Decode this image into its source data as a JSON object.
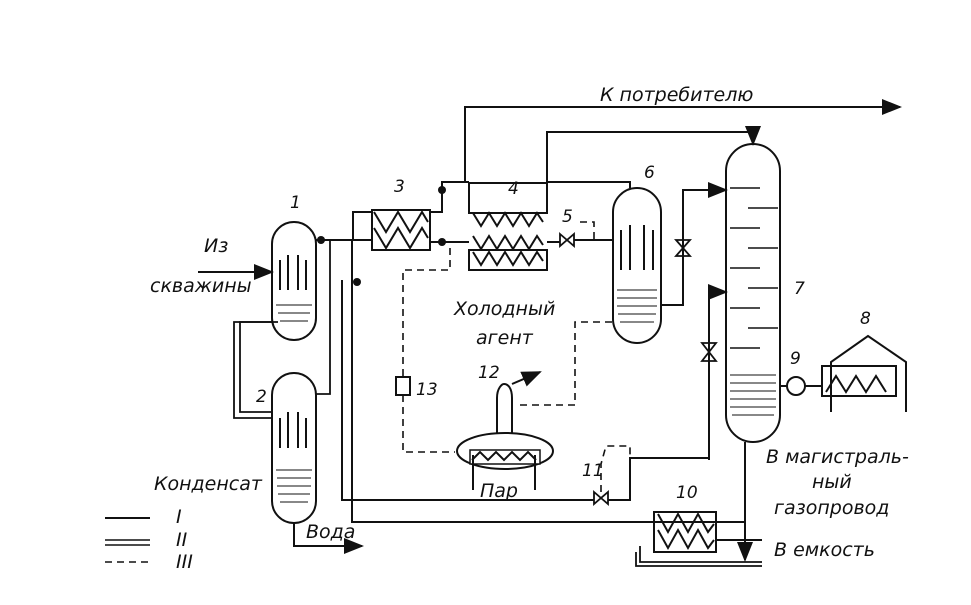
{
  "labels": {
    "from_well_1": "Из",
    "from_well_2": "скважины",
    "to_consumer": "К потребителю",
    "cold_agent_1": "Холодный",
    "cold_agent_2": "агент",
    "condensate": "Конденсат",
    "water": "Вода",
    "steam": "Пар",
    "trunk_1": "В магистраль-",
    "trunk_2": "ный",
    "trunk_3": "газопровод",
    "to_tank": "В емкость"
  },
  "numbers": [
    "1",
    "2",
    "3",
    "4",
    "5",
    "6",
    "7",
    "8",
    "9",
    "10",
    "11",
    "12",
    "13"
  ],
  "legend": [
    "I",
    "II",
    "III"
  ]
}
